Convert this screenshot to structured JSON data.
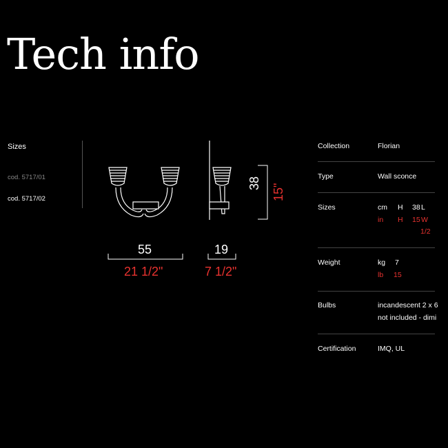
{
  "page": {
    "title": "Tech info"
  },
  "sizes": {
    "label": "Sizes",
    "codes": [
      "cod. 5717/01",
      "cod. 5717/02"
    ]
  },
  "dimensions": {
    "width_cm": "55",
    "width_in": "21 1/2\"",
    "depth_cm": "19",
    "depth_in": "7 1/2\"",
    "height_cm": "38",
    "height_in": "15\""
  },
  "specs": {
    "collection": {
      "label": "Collection",
      "value": "Florian"
    },
    "type": {
      "label": "Type",
      "value": "Wall sconce"
    },
    "sizes": {
      "label": "Sizes",
      "cm_unit": "cm",
      "cm_h": "H",
      "cm_h_val": "38",
      "cm_l": "L",
      "in_unit": "in",
      "in_h": "H",
      "in_h_val": "15",
      "in_w": "W",
      "in_frac": "1/2"
    },
    "weight": {
      "label": "Weight",
      "kg_unit": "kg",
      "kg_val": "7",
      "lb_unit": "lb",
      "lb_val": "15"
    },
    "bulbs": {
      "label": "Bulbs",
      "line1": "incandescent 2 x 6",
      "line2": "not included - dimi"
    },
    "certification": {
      "label": "Certification",
      "value": "IMQ, UL"
    }
  },
  "colors": {
    "accent_red": "#e8322f",
    "background": "#000000"
  }
}
